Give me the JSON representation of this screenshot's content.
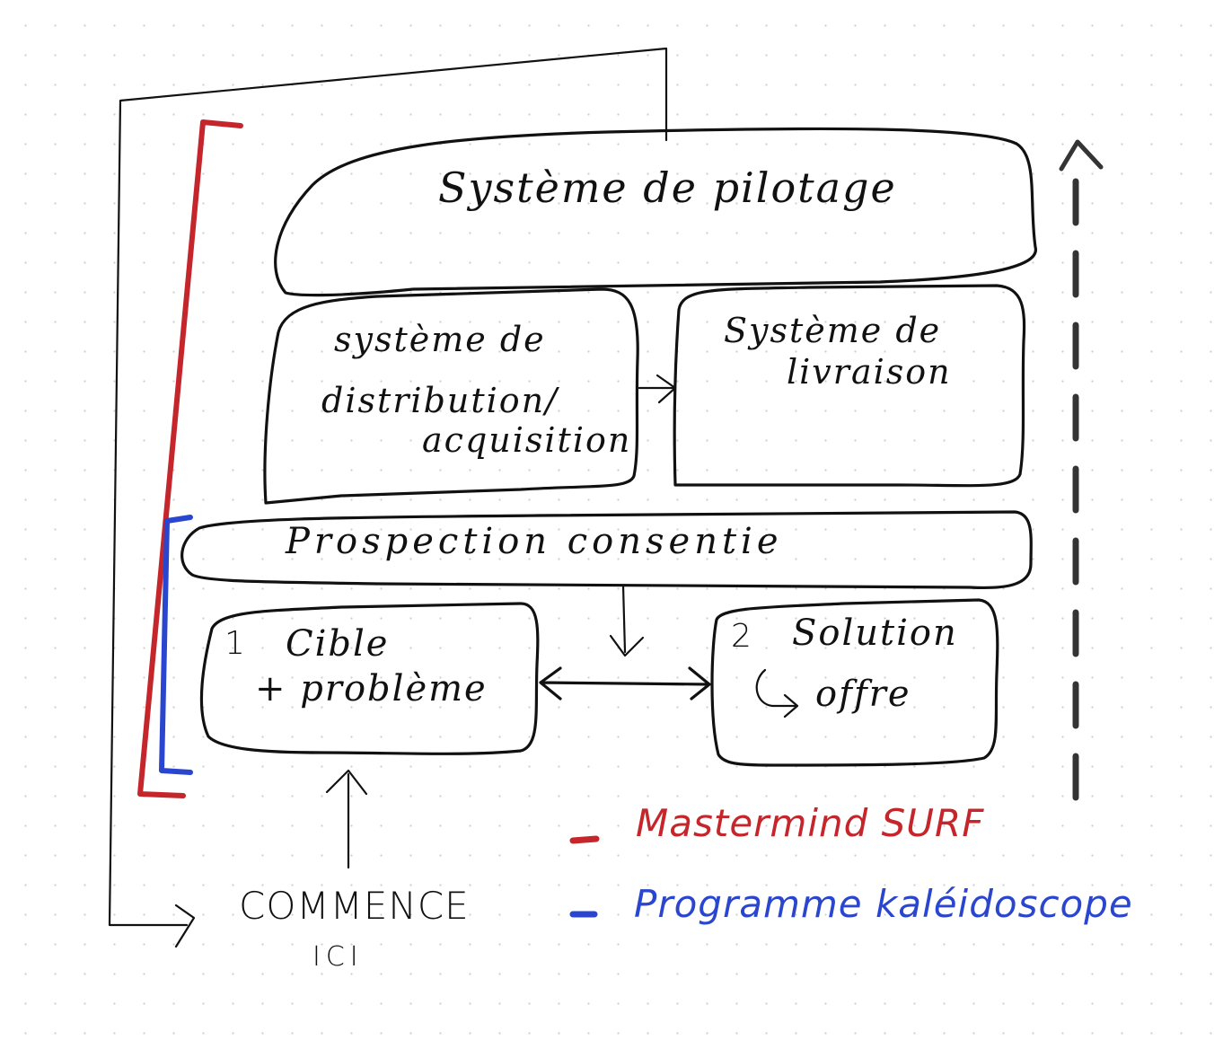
{
  "colors": {
    "ink": "#111111",
    "mastermind": "#c4262b",
    "kaleidoscope": "#2a46cf"
  },
  "boxes": {
    "pilotage": "Système de pilotage",
    "distribution_line1": "système de",
    "distribution_line2": "distribution/",
    "distribution_line3": "acquisition",
    "livraison_line1": "Système de",
    "livraison_line2": "livraison",
    "prospection": "Prospection consentie",
    "cible_number": "1",
    "cible_line1": "Cible",
    "cible_line2": "+ problème",
    "solution_number": "2",
    "solution_line1": "Solution",
    "solution_line2": "offre"
  },
  "start": {
    "line1": "COMMENCE",
    "line2": "ICI"
  },
  "legend": [
    {
      "label": "Mastermind SURF",
      "color": "#c4262b"
    },
    {
      "label": "Programme kaléidoscope",
      "color": "#2a46cf"
    }
  ]
}
